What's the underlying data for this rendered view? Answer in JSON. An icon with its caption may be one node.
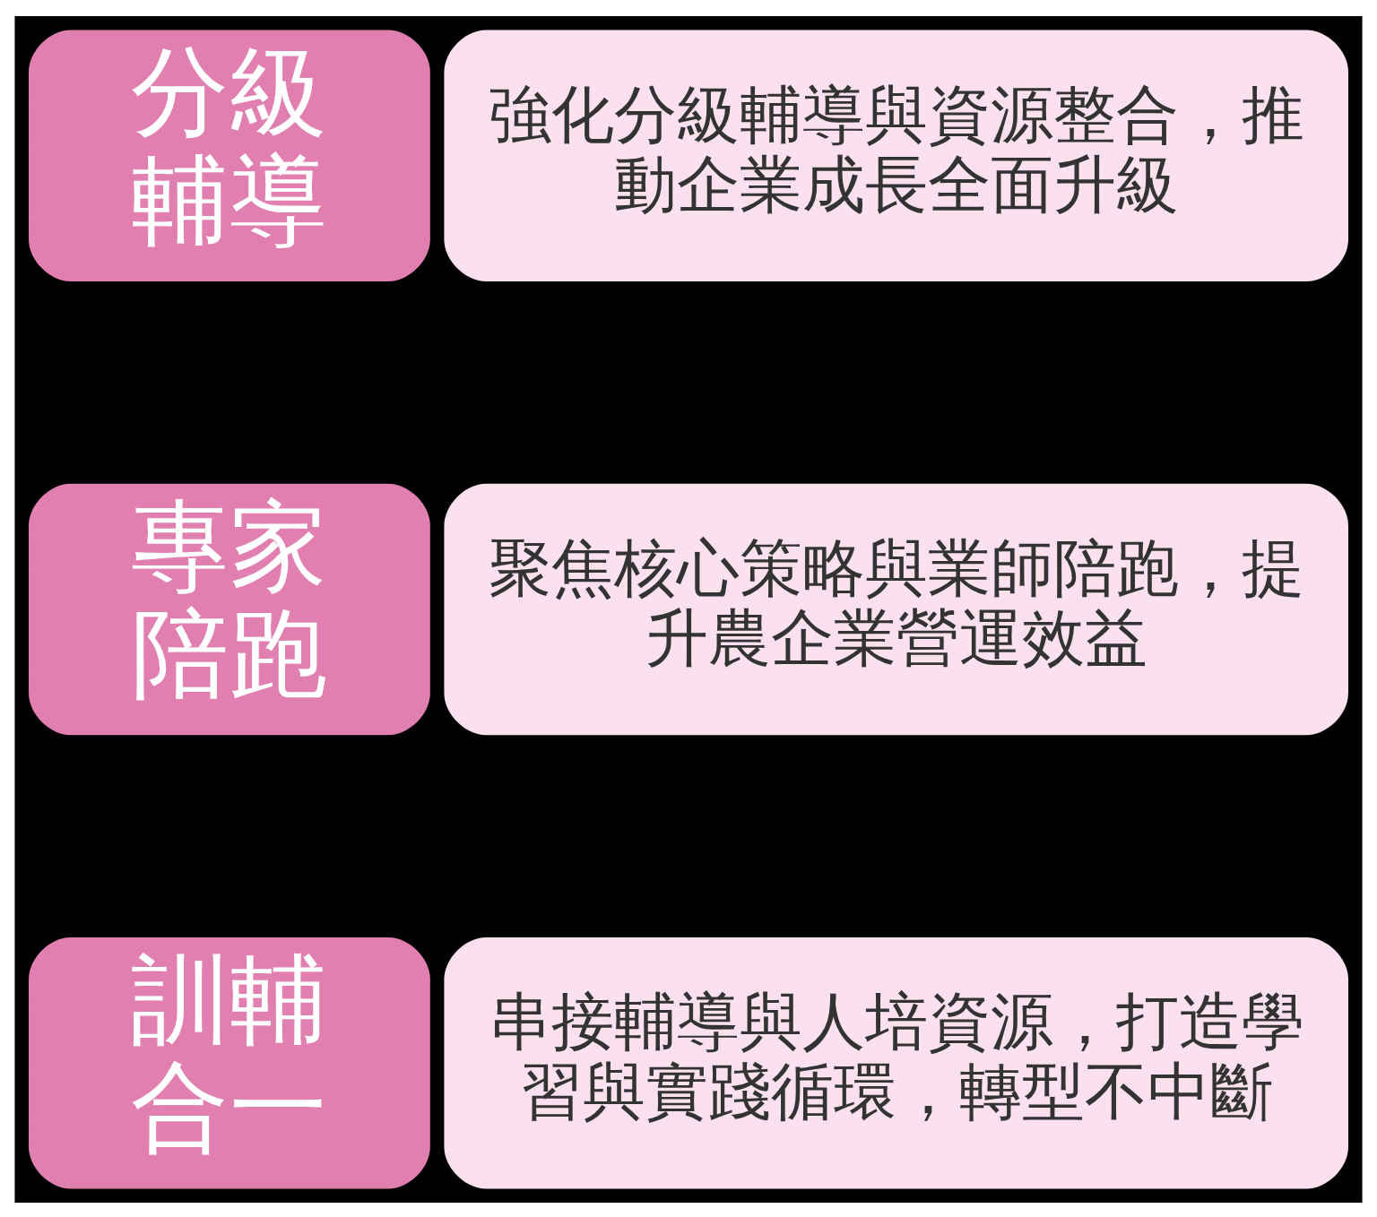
{
  "diagram": {
    "nodes": [
      {
        "text": [
          "分級輔導"
        ]
      },
      {
        "text": [
          "強化分級輔導與資源整合，推動企業成長全面升級"
        ]
      },
      {
        "text": [
          "專家陪跑"
        ]
      },
      {
        "text": [
          "聚焦核心策略與業師陪跑，提升農企業營運效益"
        ]
      },
      {
        "text": [
          "訓輔合一"
        ]
      },
      {
        "text": [
          "串接輔導與人培資源，打造學習與實踐循環，轉型不中斷"
        ]
      }
    ]
  }
}
